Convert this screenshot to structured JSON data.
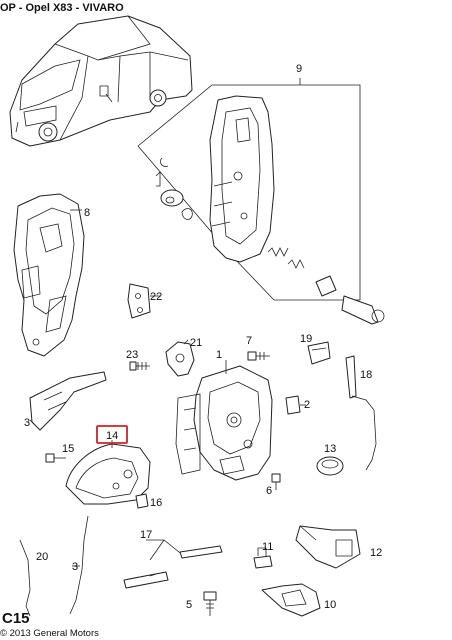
{
  "header": {
    "title": "OP - Opel X83 - VIVARO"
  },
  "footer": {
    "section_code": "C15",
    "copyright": "© 2013 General Motors"
  },
  "colors": {
    "highlight": "#d0202a",
    "line": "#222222"
  },
  "callouts": {
    "p1": "1",
    "p2": "2",
    "p3": "3",
    "p5": "5",
    "p6": "6",
    "p7": "7",
    "p8": "8",
    "p9": "9",
    "p10": "10",
    "p11": "11",
    "p12": "12",
    "p13": "13",
    "p14": "14",
    "p15": "15",
    "p16": "16",
    "p17": "17",
    "p18": "18",
    "p19": "19",
    "p20": "20",
    "p21": "21",
    "p22": "22",
    "p23": "23"
  },
  "highlighted_callout": "14"
}
